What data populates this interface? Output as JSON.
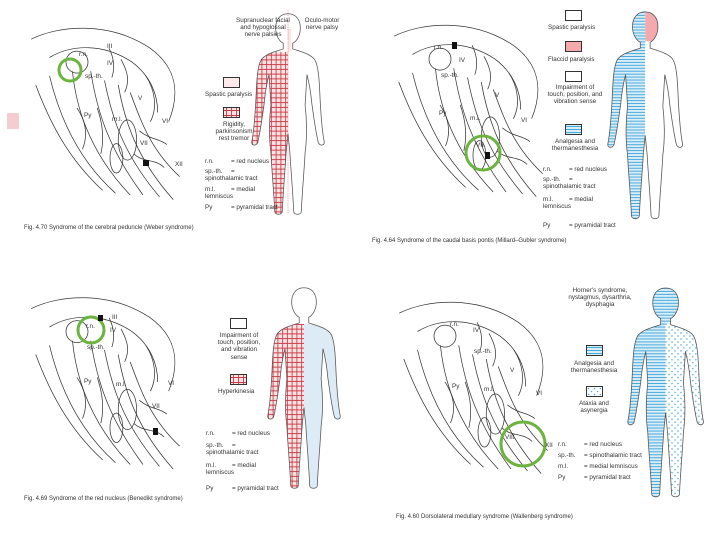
{
  "colors": {
    "spastic": "#ffe9ea",
    "flaccid": "#f4a9ad",
    "rigidity": "#c93a45",
    "analgesia": "#5ab4e0",
    "ataxia": "#7cc3e6",
    "hyperkinesia": "#c93a45",
    "lesion": "#6cb33f",
    "touch": "#ffffff"
  },
  "panel1": {
    "labels": {
      "header_left": "Supranuclear facial and hypoglossal nerve palsies",
      "header_right": "Oculo-motor nerve palsy",
      "rn": "r.n.",
      "spth": "sp.-th.",
      "ml": "m.l.",
      "py": "Py",
      "n3": "III",
      "n4": "IV",
      "n5": "V",
      "n6": "VI",
      "n7": "VII",
      "n12": "XII"
    },
    "legend": {
      "spastic": "Spastic paralysis",
      "rigidity": "Rigidity, parkinsonism rest tremor"
    },
    "abbrev": [
      {
        "k": "r.n.",
        "v": "= red nucleus"
      },
      {
        "k": "sp.-th.",
        "v": "= spinothalamic tract"
      },
      {
        "k": "m.l.",
        "v": "= medial lemniscus"
      },
      {
        "k": "Py",
        "v": "= pyramidal tract"
      }
    ],
    "caption": "Fig. 4.70 Syndrome of the cerebral peduncle (Weber syndrome)"
  },
  "panel2": {
    "labels": {
      "rn": "r.n.",
      "spth": "sp.-th.",
      "ml": "m.l.",
      "py": "Py",
      "n4": "IV",
      "n5": "V",
      "n6": "VI",
      "n7": "VII"
    },
    "legend": {
      "spastic": "Spastic paralysis",
      "flaccid": "Flaccid paralysis",
      "touch": "Impairment of touch, position, and vibration sense",
      "analgesia": "Analgesia and thermanesthesia"
    },
    "abbrev": [
      {
        "k": "r.n.",
        "v": "= red nucleus"
      },
      {
        "k": "sp.-th.",
        "v": "= spinothalamic tract"
      },
      {
        "k": "m.l.",
        "v": "= medial lemniscus"
      },
      {
        "k": "Py",
        "v": "= pyramidal tract"
      }
    ],
    "caption": "Fig. 4.64 Syndrome of the caudal basis pontis (Millard–Gubler syndrome)"
  },
  "panel3": {
    "labels": {
      "rn": "r.n.",
      "spth": "sp.-th.",
      "ml": "m.l.",
      "py": "Py",
      "n3": "III",
      "n4": "IV",
      "n6": "VI",
      "n7": "VII"
    },
    "legend": {
      "touch": "Impairment of touch, position, and vibration sense",
      "hyperkinesia": "Hyperkinesia"
    },
    "abbrev": [
      {
        "k": "r.n.",
        "v": "= red nucleus"
      },
      {
        "k": "sp.-th.",
        "v": "= spinothalamic tract"
      },
      {
        "k": "m.l.",
        "v": "= medial lemniscus"
      },
      {
        "k": "Py",
        "v": "= pyramidal tract"
      }
    ],
    "caption": "Fig. 4.69 Syndrome of the red nucleus (Benedikt syndrome)"
  },
  "panel4": {
    "labels": {
      "rn": "r.n.",
      "spth": "sp.-th.",
      "ml": "m.l.",
      "py": "Py",
      "n4": "IV",
      "n5": "V",
      "n6": "VI",
      "n8": "VIII",
      "n12": "XII"
    },
    "legend": {
      "horner": "Horner's syndrome, nystagmus, dysarthria, dysphagia",
      "analgesia": "Analgesia and thermanesthesia",
      "ataxia": "Ataxia and asynergia"
    },
    "abbrev": [
      {
        "k": "r.n.",
        "v": "= red nucleus"
      },
      {
        "k": "sp.-th.",
        "v": "= spinothalamic tract"
      },
      {
        "k": "m.l.",
        "v": "= medial lemniscus"
      },
      {
        "k": "Py",
        "v": "= pyramidal tract"
      }
    ],
    "caption": "Fig. 4.60 Dorsolateral medullary syndrome (Wallenberg syndrome)"
  }
}
